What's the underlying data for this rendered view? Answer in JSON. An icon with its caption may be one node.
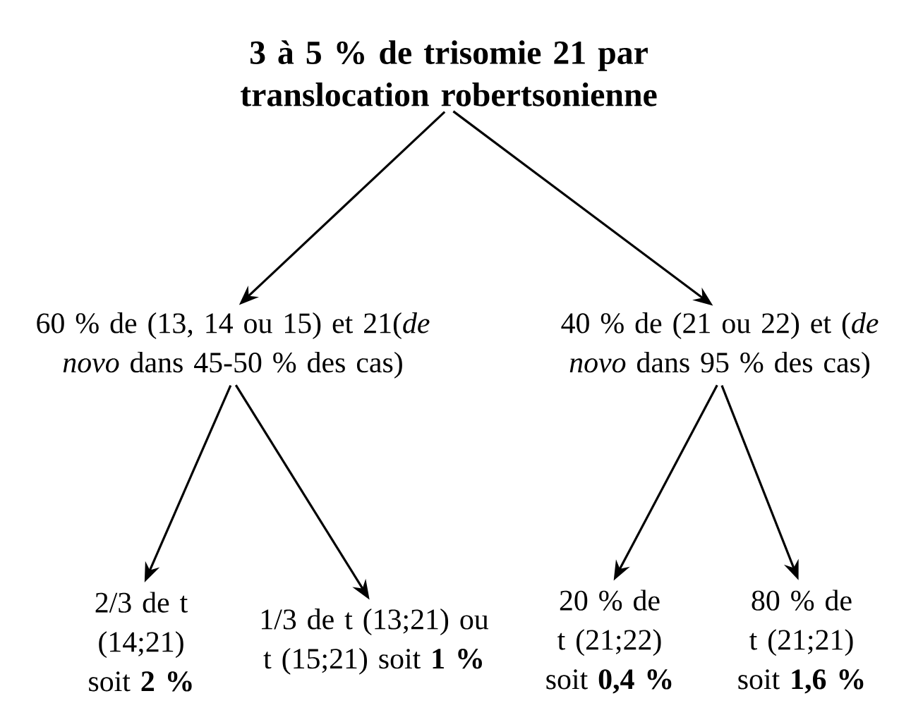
{
  "diagram": {
    "nodes": [
      {
        "text": [
          "3 à 5 % de trisomie 21 par translocation robertsonienne"
        ]
      },
      {
        "text": [
          "60 % de (13, 14 ou 15) et 21(*de novo* dans 45-50 % des cas)"
        ]
      },
      {
        "text": [
          "40 % de (21 ou 22) et (*de novo* dans 95 % des cas)"
        ]
      },
      {
        "text": [
          "2/3 de t (14;21) soit **2 %**"
        ]
      },
      {
        "text": [
          "1/3 de t (13;21) ou t (15;21) soit **1 %**"
        ]
      },
      {
        "text": [
          "20 % de t (21;22) soit **0,4 %**"
        ]
      },
      {
        "text": [
          "80 % de t (21;21) soit **1,6 %**"
        ]
      }
    ],
    "edges": [
      {
        "from": 0,
        "to": 1,
        "arrow": "to"
      },
      {
        "from": 0,
        "to": 2,
        "arrow": "to"
      },
      {
        "from": 1,
        "to": 3,
        "arrow": "to"
      },
      {
        "from": 1,
        "to": 4,
        "arrow": "to"
      },
      {
        "from": 2,
        "to": 5,
        "arrow": "to"
      },
      {
        "from": 2,
        "to": 6,
        "arrow": "to"
      }
    ]
  }
}
